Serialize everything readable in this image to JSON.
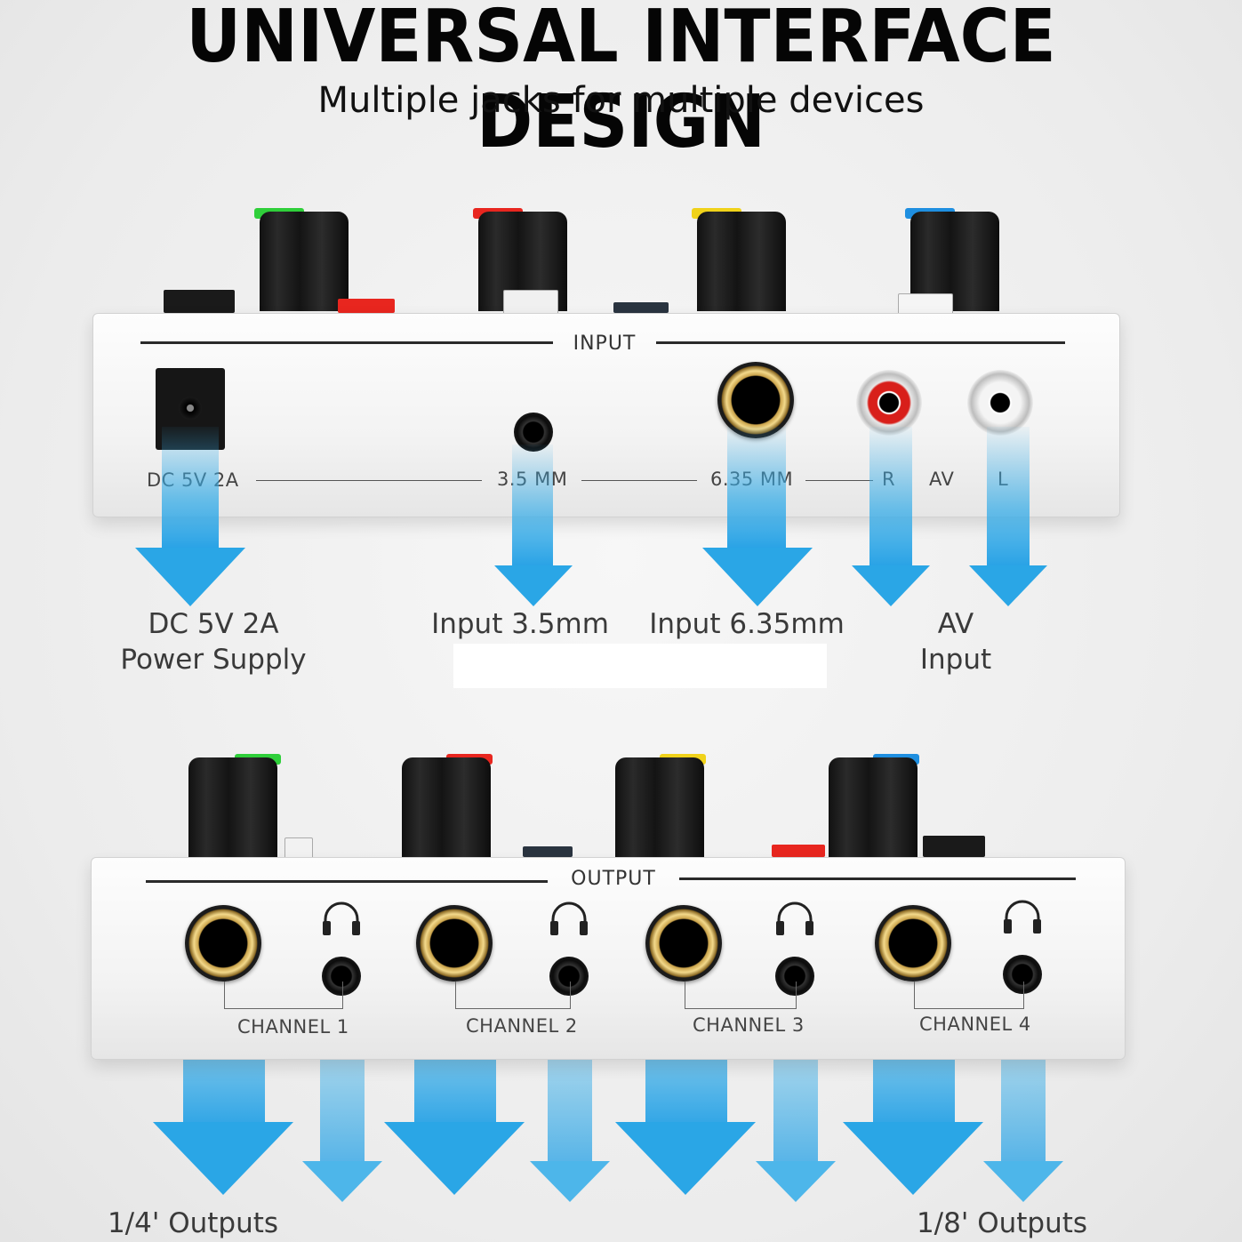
{
  "header": {
    "title": "UNIVERSAL INTERFACE DESIGN",
    "subtitle": "Multiple jacks for multiple devices"
  },
  "input_panel": {
    "label": "INPUT",
    "port_labels": {
      "dc": "DC 5V 2A",
      "mm35": "3.5 MM",
      "mm635": "6.35 MM",
      "r": "R",
      "av": "AV",
      "l": "L"
    }
  },
  "input_captions": {
    "power": "DC 5V 2A\nPower Supply",
    "in35": "Input 3.5mm",
    "in635": "Input 6.35mm",
    "av": "AV\nInput"
  },
  "output_panel": {
    "label": "OUTPUT",
    "channels": [
      "CHANNEL 1",
      "CHANNEL 2",
      "CHANNEL 3",
      "CHANNEL 4"
    ]
  },
  "output_captions": {
    "quarter": "1/4' Outputs",
    "eighth": "1/8' Outputs"
  },
  "colors": {
    "knob_green": "#2fcf3a",
    "knob_red": "#e8261f",
    "knob_yellow": "#f0d21a",
    "knob_blue": "#1f8fe0",
    "arrow_blue": "#3aaee8"
  },
  "icons": [
    "headphones-icon"
  ]
}
